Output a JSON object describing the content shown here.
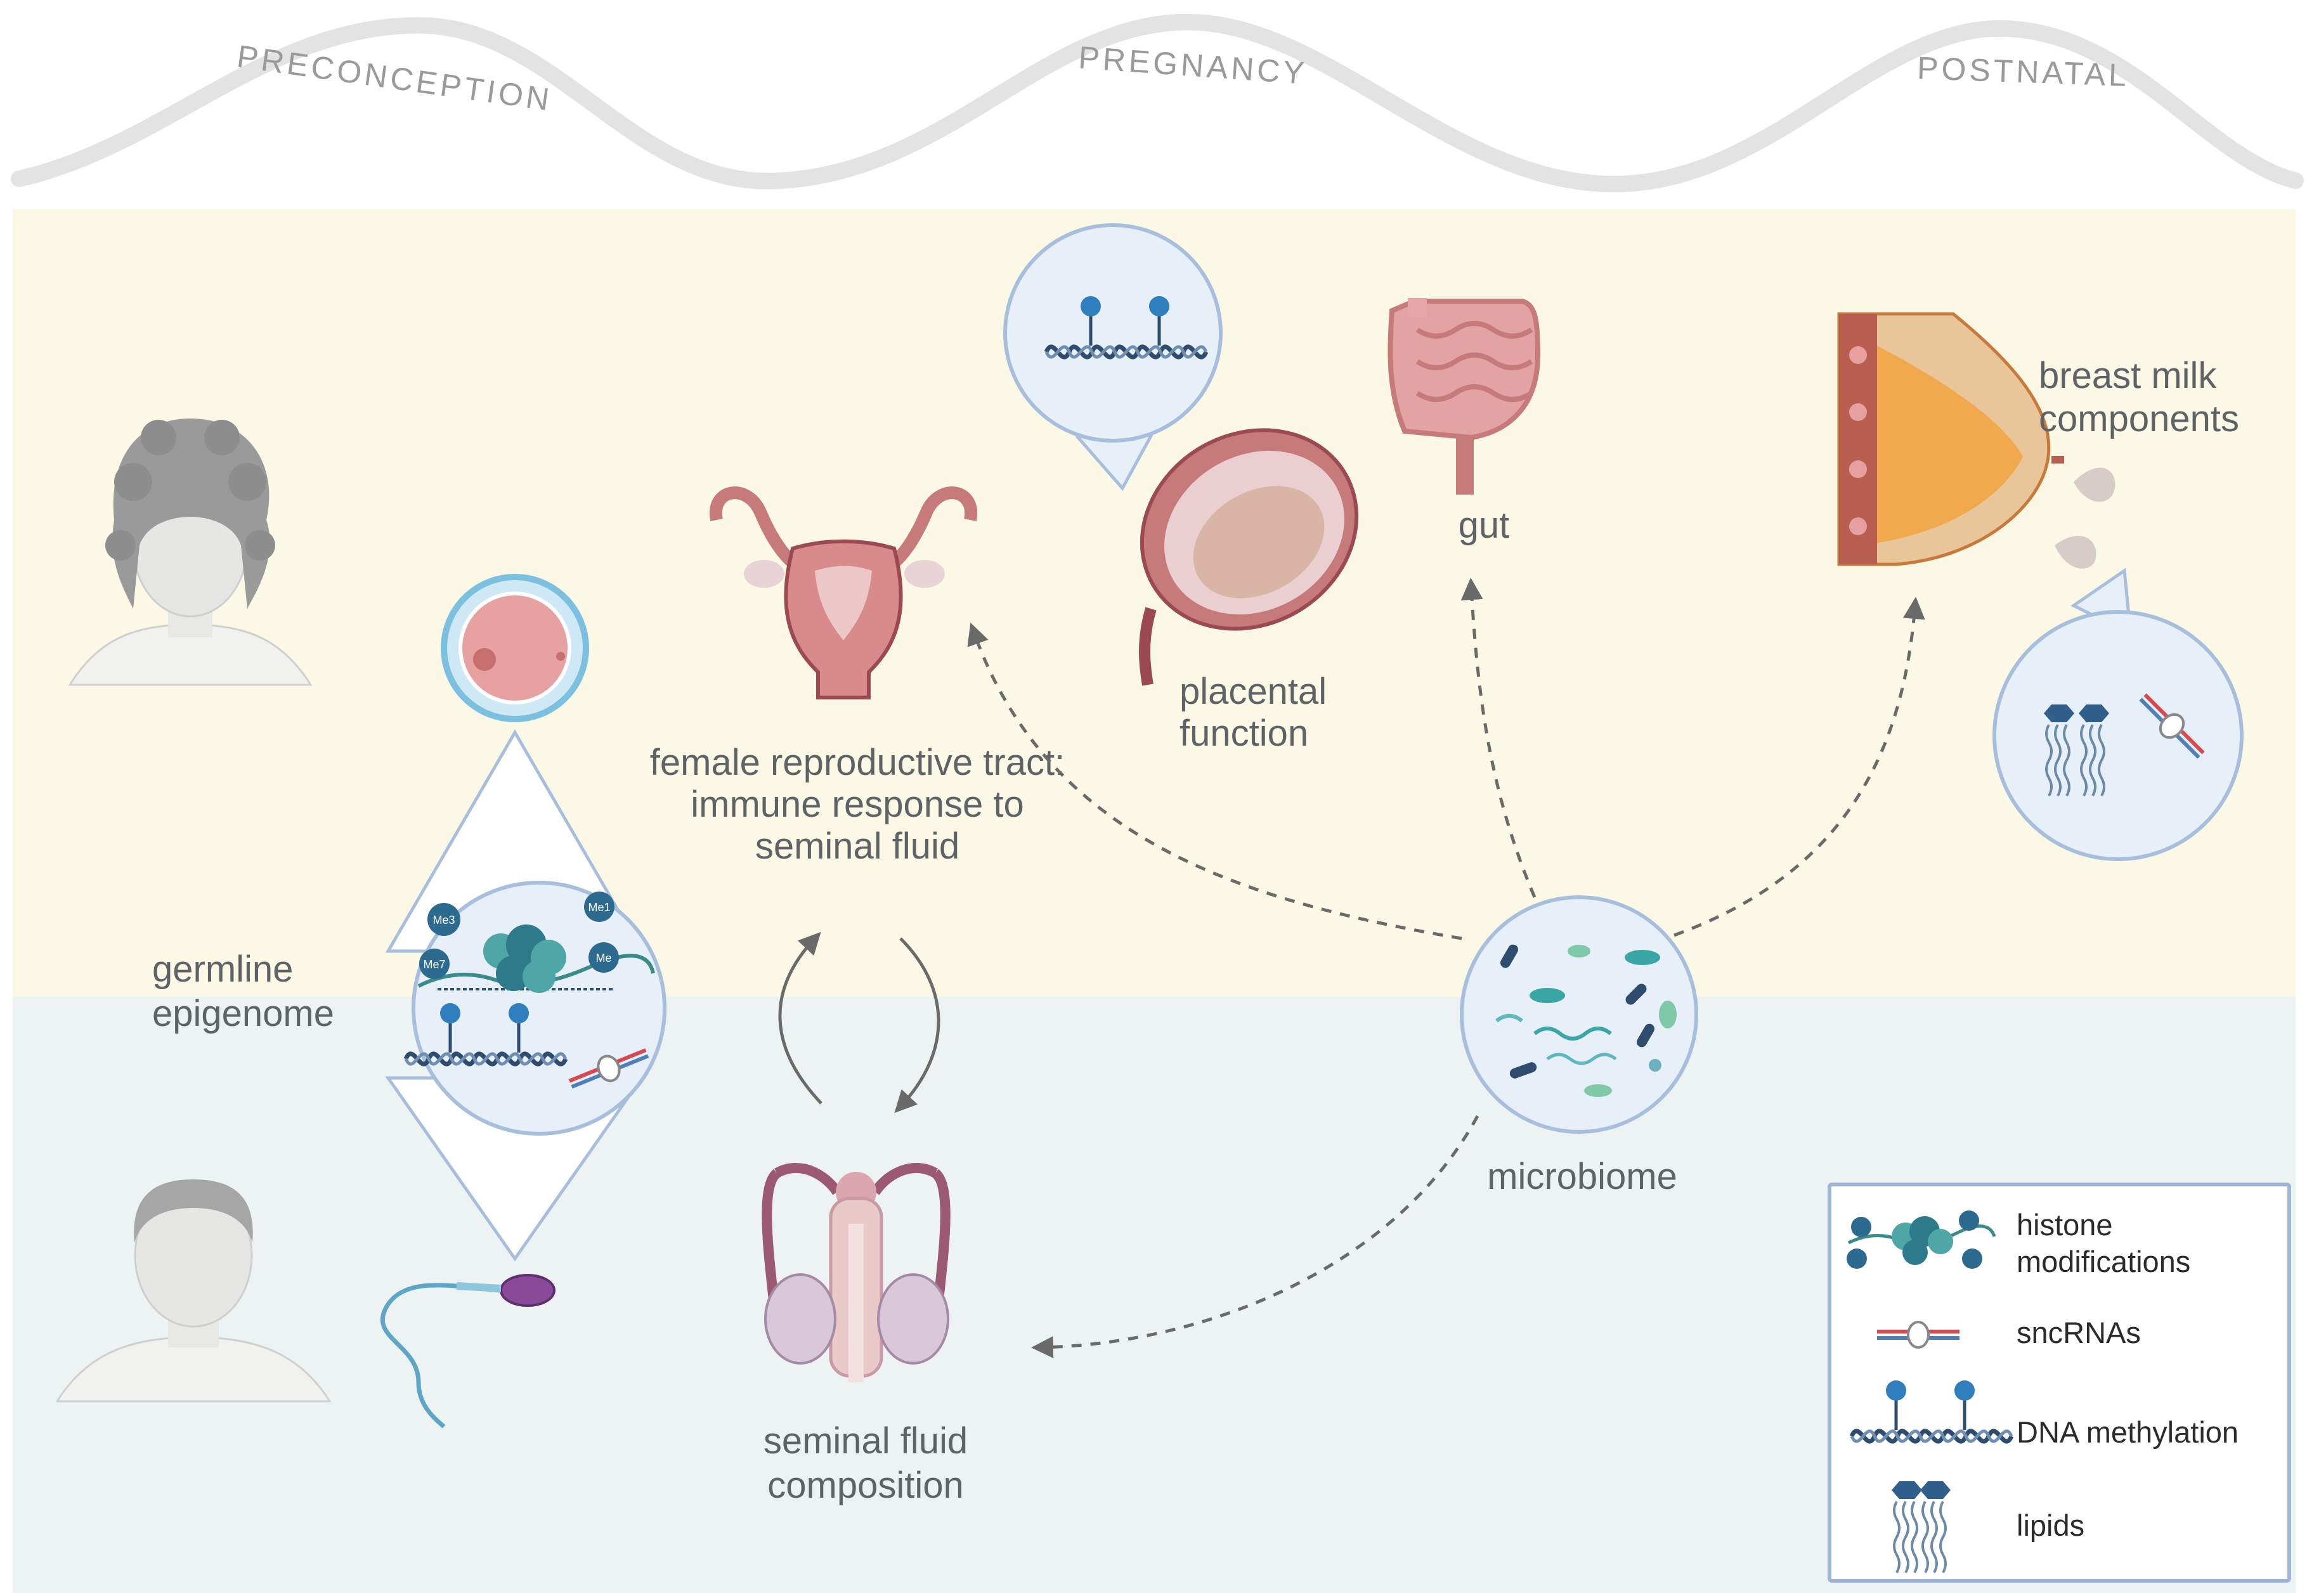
{
  "timeline": {
    "phases": [
      "PRECONCEPTION",
      "PREGNANCY",
      "POSTNATAL"
    ]
  },
  "labels": {
    "germline_line1": "germline",
    "germline_line2": "epigenome",
    "frt_line1": "female reproductive tract:",
    "frt_line2": "immune response to",
    "frt_line3": "seminal fluid",
    "placental_line1": "placental",
    "placental_line2": "function",
    "gut": "gut",
    "breast_line1": "breast milk",
    "breast_line2": "components",
    "microbiome": "microbiome",
    "seminal_line1": "seminal fluid",
    "seminal_line2": "composition"
  },
  "histone_marks": [
    "Me3",
    "Me1",
    "Me7",
    "Me"
  ],
  "legend": {
    "items": [
      {
        "line1": "histone",
        "line2": "modifications",
        "icon": "histone-icon"
      },
      {
        "line1": "sncRNAs",
        "line2": "",
        "icon": "sncrna-icon"
      },
      {
        "line1": "DNA methylation",
        "line2": "",
        "icon": "dna-methylation-icon"
      },
      {
        "line1": "lipids",
        "line2": "",
        "icon": "lipids-icon"
      }
    ]
  },
  "colors": {
    "upper_band": "#fbf9e6",
    "lower_band": "#edf3f3",
    "wave": "#e3e3e3",
    "circle_fill": "#e7eff9",
    "circle_stroke": "#a7bfdd",
    "arrow": "#6a6a6a",
    "legend_border": "#9fb4d6",
    "methyl_blue": "#2f7fbf",
    "organ_pink": "#d98a8a",
    "organ_dark": "#9b4a52"
  }
}
